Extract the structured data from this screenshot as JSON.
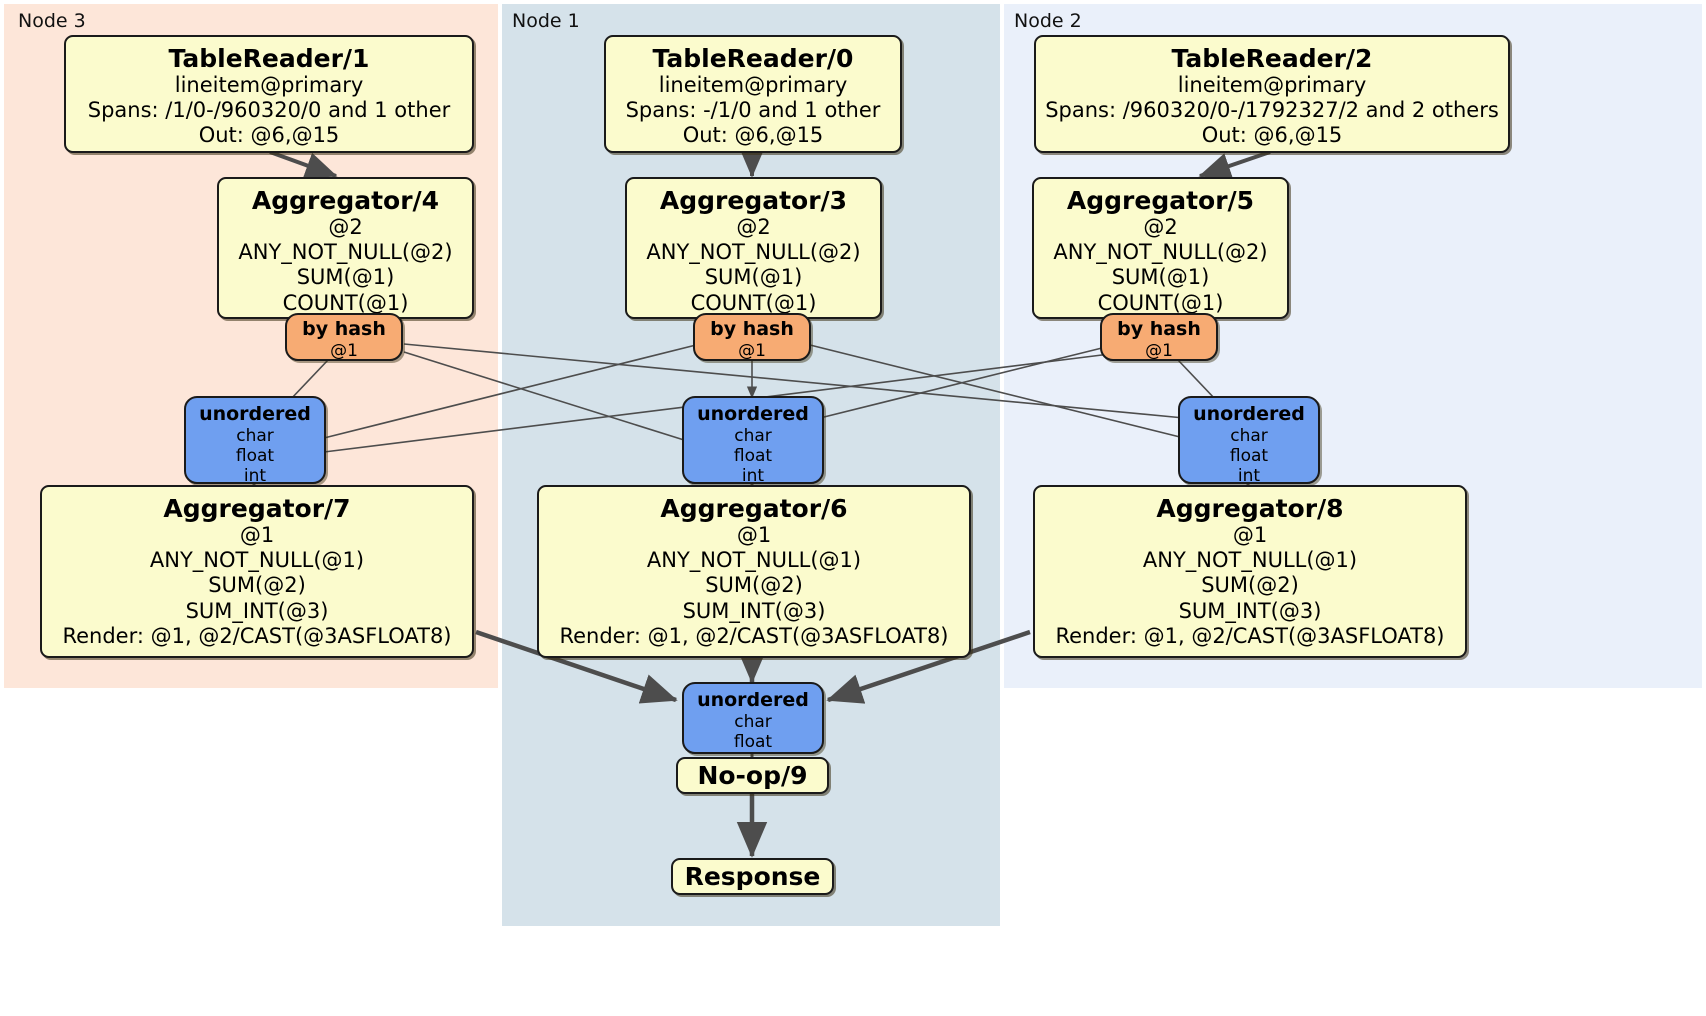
{
  "diagram": {
    "title": "Distributed SQL query physical plan",
    "colors": {
      "node3_panel": "#fde6d9",
      "node1_panel": "#d5e2ea",
      "node2_panel": "#eaf0fa",
      "processor_fill": "#fbfbcd",
      "hash_router_fill": "#f7ab73",
      "unordered_router_fill": "#6f9ff0",
      "edge": "#4d4d4d",
      "border": "#1a1a1a"
    }
  },
  "panels": [
    {
      "id": "node3",
      "label": "Node 3"
    },
    {
      "id": "node1",
      "label": "Node 1"
    },
    {
      "id": "node2",
      "label": "Node 2"
    }
  ],
  "processors": {
    "tablereader1": {
      "title": "TableReader/1",
      "lines": [
        "lineitem@primary",
        "Spans: /1/0-/960320/0 and 1 other",
        "Out: @6,@15"
      ]
    },
    "tablereader0": {
      "title": "TableReader/0",
      "lines": [
        "lineitem@primary",
        "Spans: -/1/0 and 1 other",
        "Out: @6,@15"
      ]
    },
    "tablereader2": {
      "title": "TableReader/2",
      "lines": [
        "lineitem@primary",
        "Spans: /960320/0-/1792327/2 and 2 others",
        "Out: @6,@15"
      ]
    },
    "aggregator4": {
      "title": "Aggregator/4",
      "lines": [
        "@2",
        "ANY_NOT_NULL(@2)",
        "SUM(@1)",
        "COUNT(@1)"
      ]
    },
    "aggregator3": {
      "title": "Aggregator/3",
      "lines": [
        "@2",
        "ANY_NOT_NULL(@2)",
        "SUM(@1)",
        "COUNT(@1)"
      ]
    },
    "aggregator5": {
      "title": "Aggregator/5",
      "lines": [
        "@2",
        "ANY_NOT_NULL(@2)",
        "SUM(@1)",
        "COUNT(@1)"
      ]
    },
    "aggregator7": {
      "title": "Aggregator/7",
      "lines": [
        "@1",
        "ANY_NOT_NULL(@1)",
        "SUM(@2)",
        "SUM_INT(@3)",
        "Render: @1, @2/CAST(@3ASFLOAT8)"
      ]
    },
    "aggregator6": {
      "title": "Aggregator/6",
      "lines": [
        "@1",
        "ANY_NOT_NULL(@1)",
        "SUM(@2)",
        "SUM_INT(@3)",
        "Render: @1, @2/CAST(@3ASFLOAT8)"
      ]
    },
    "aggregator8": {
      "title": "Aggregator/8",
      "lines": [
        "@1",
        "ANY_NOT_NULL(@1)",
        "SUM(@2)",
        "SUM_INT(@3)",
        "Render: @1, @2/CAST(@3ASFLOAT8)"
      ]
    },
    "noop9": {
      "title": "No-op/9",
      "lines": []
    },
    "response": {
      "title": "Response",
      "lines": []
    }
  },
  "routers": {
    "hash_left": {
      "title": "by hash",
      "lines": [
        "@1"
      ]
    },
    "hash_center": {
      "title": "by hash",
      "lines": [
        "@1"
      ]
    },
    "hash_right": {
      "title": "by hash",
      "lines": [
        "@1"
      ]
    },
    "unordered_left": {
      "title": "unordered",
      "lines": [
        "char",
        "float",
        "int"
      ]
    },
    "unordered_center": {
      "title": "unordered",
      "lines": [
        "char",
        "float",
        "int"
      ]
    },
    "unordered_right": {
      "title": "unordered",
      "lines": [
        "char",
        "float",
        "int"
      ]
    },
    "unordered_final": {
      "title": "unordered",
      "lines": [
        "char",
        "float"
      ]
    }
  }
}
